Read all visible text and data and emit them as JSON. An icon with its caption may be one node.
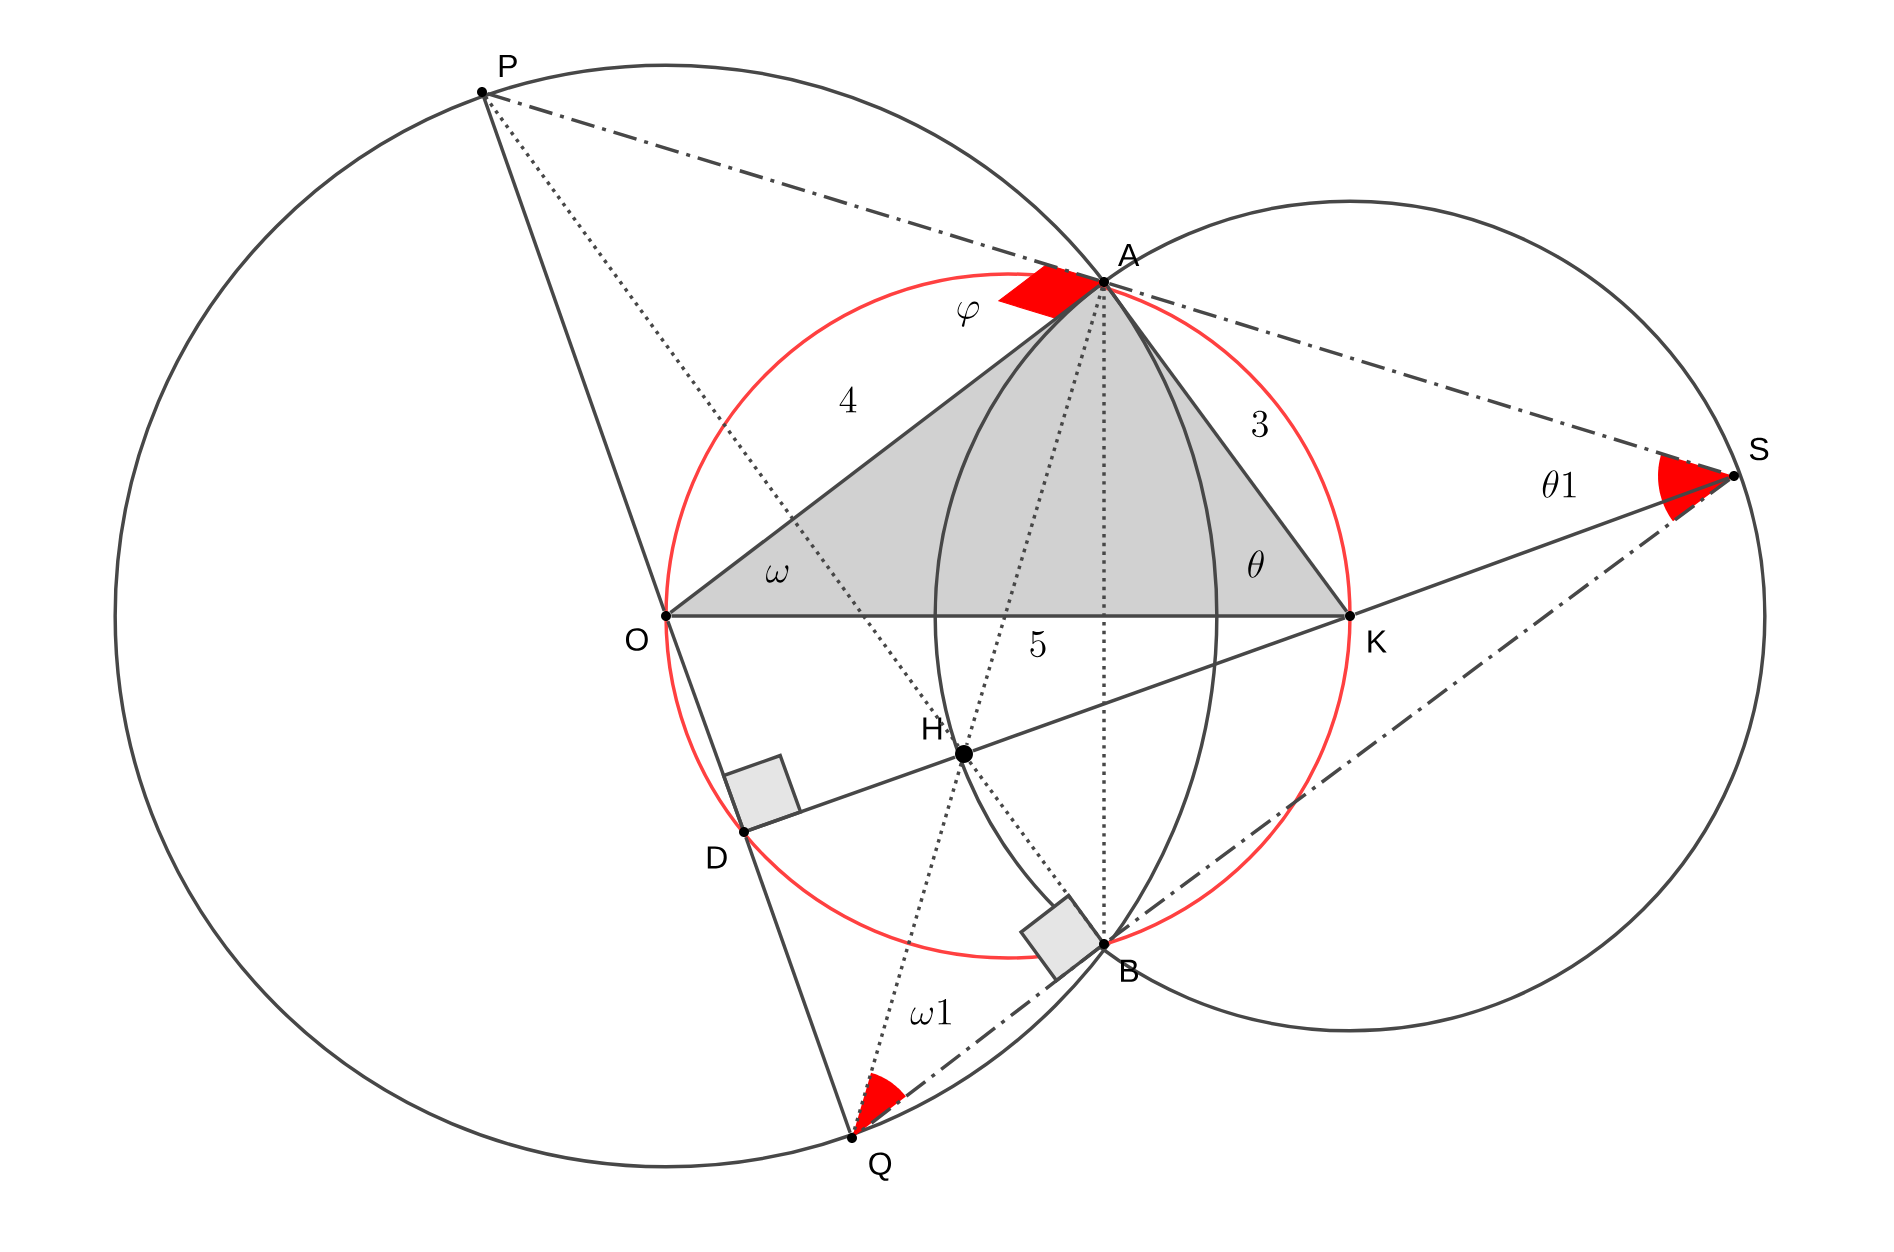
{
  "diagram": {
    "nodes": [
      {
        "text": [
          "P"
        ]
      },
      {
        "text": [
          "A"
        ]
      },
      {
        "text": [
          "S"
        ]
      },
      {
        "text": [
          "O"
        ]
      },
      {
        "text": [
          "K"
        ]
      },
      {
        "text": [
          "H"
        ]
      },
      {
        "text": [
          "D"
        ]
      },
      {
        "text": [
          "B"
        ]
      },
      {
        "text": [
          "Q"
        ]
      }
    ],
    "edges": [
      {
        "from": 0,
        "to": 1,
        "arrow": "none",
        "style": "dashed"
      },
      {
        "from": 1,
        "to": 2,
        "arrow": "none",
        "style": "dashed"
      },
      {
        "from": 2,
        "to": 7,
        "arrow": "none",
        "style": "dashed"
      },
      {
        "from": 7,
        "to": 8,
        "arrow": "none",
        "style": "dashed"
      },
      {
        "from": 0,
        "to": 3,
        "arrow": "none"
      },
      {
        "from": 3,
        "to": 6,
        "arrow": "none"
      },
      {
        "from": 6,
        "to": 8,
        "arrow": "none"
      },
      {
        "from": 6,
        "to": 5,
        "arrow": "none"
      },
      {
        "from": 5,
        "to": 4,
        "arrow": "none"
      },
      {
        "from": 4,
        "to": 2,
        "arrow": "none"
      },
      {
        "from": 3,
        "to": 1,
        "arrow": "none"
      },
      {
        "from": 1,
        "to": 4,
        "arrow": "none"
      },
      {
        "from": 3,
        "to": 4,
        "arrow": "none"
      },
      {
        "from": 1,
        "to": 7,
        "arrow": "none",
        "style": "dashed"
      },
      {
        "from": 0,
        "to": 5,
        "arrow": "none",
        "style": "dashed"
      },
      {
        "from": 5,
        "to": 7,
        "arrow": "none",
        "style": "dashed"
      },
      {
        "from": 1,
        "to": 5,
        "arrow": "none",
        "style": "dashed"
      },
      {
        "from": 5,
        "to": 8,
        "arrow": "none",
        "style": "dashed"
      }
    ],
    "labels": [
      "\\varphi",
      "4",
      "3",
      "\\theta 1",
      "\\omega",
      "\\theta",
      "5",
      "\\omega 1"
    ]
  }
}
